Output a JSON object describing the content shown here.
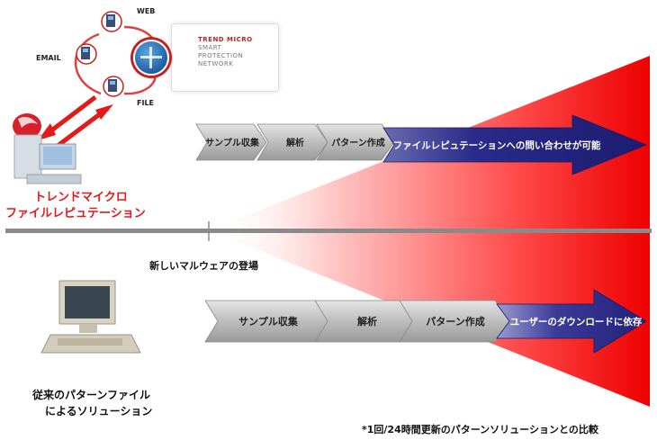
{
  "network": {
    "web_label": "WEB",
    "email_label": "EMAIL",
    "file_label": "FILE",
    "brand_line": "TREND MICRO",
    "product_lines": [
      "SMART",
      "PROTECTION",
      "NETWORK"
    ]
  },
  "trend": {
    "title_line1": "トレンドマイクロ",
    "title_line2": "ファイルレピュテーション",
    "steps": [
      "サンプル収集",
      "解析",
      "パターン作成"
    ],
    "final": "ファイルレピュテーションへの問い合わせが可能"
  },
  "timeline": {
    "event_label": "新しいマルウェアの登場"
  },
  "legacy": {
    "title_line1": "従来のパターンファイル",
    "title_line2": "によるソリューション",
    "steps": [
      "サンプル収集",
      "解析",
      "パターン作成"
    ],
    "final": "ユーザーのダウンロードに依存"
  },
  "footnote": "*1回/24時間更新のパターンソリューションとの比較",
  "colors": {
    "accent_red": "#e21a1a",
    "final_arrow_blue": "#2a2a8a",
    "step_gray": "#b8b8b8"
  }
}
